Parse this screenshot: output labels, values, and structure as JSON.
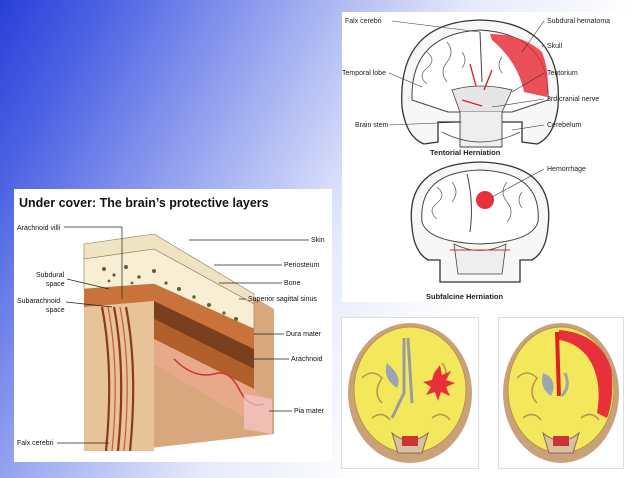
{
  "herniation_panel": {
    "labels": {
      "falx_cerebri": "Falx cerebri",
      "subdural_hematoma": "Subdural hematoma",
      "skull": "Skull",
      "temporal_lobe": "Temporal lobe",
      "tentorium": "Tentorium",
      "third_cranial_nerve": "3rd cranial nerve",
      "brain_stem": "Brain stem",
      "cerebelum": "Cerebelum",
      "hemorrhage": "Hemorrhage"
    },
    "captions": {
      "tentorial": "Tentorial Herniation",
      "subfalcine": "Subfalcine Herniation"
    }
  },
  "layers_panel": {
    "title": "Under cover: The brain’s protective layers",
    "labels": {
      "arachnoid_villi": "Arachnoid villi",
      "subdural_line1": "Subdural",
      "subdural_line2": "space",
      "subarachnoid_line1": "Subarachnoid",
      "subarachnoid_line2": "space",
      "falx_cerebri": "Falx cerebri",
      "skin": "Skin",
      "periosteum": "Periosteum",
      "bone": "Bone",
      "superior_sagittal_sinus": "Superior sagittal sinus",
      "dura_mater": "Dura mater",
      "arachnoid": "Arachnoid",
      "pia_mater": "Pia mater"
    }
  },
  "colors": {
    "hematoma_red": "#e8303a",
    "brain_yellow": "#f3e85c",
    "slide_blue": "#2a3fd8"
  }
}
